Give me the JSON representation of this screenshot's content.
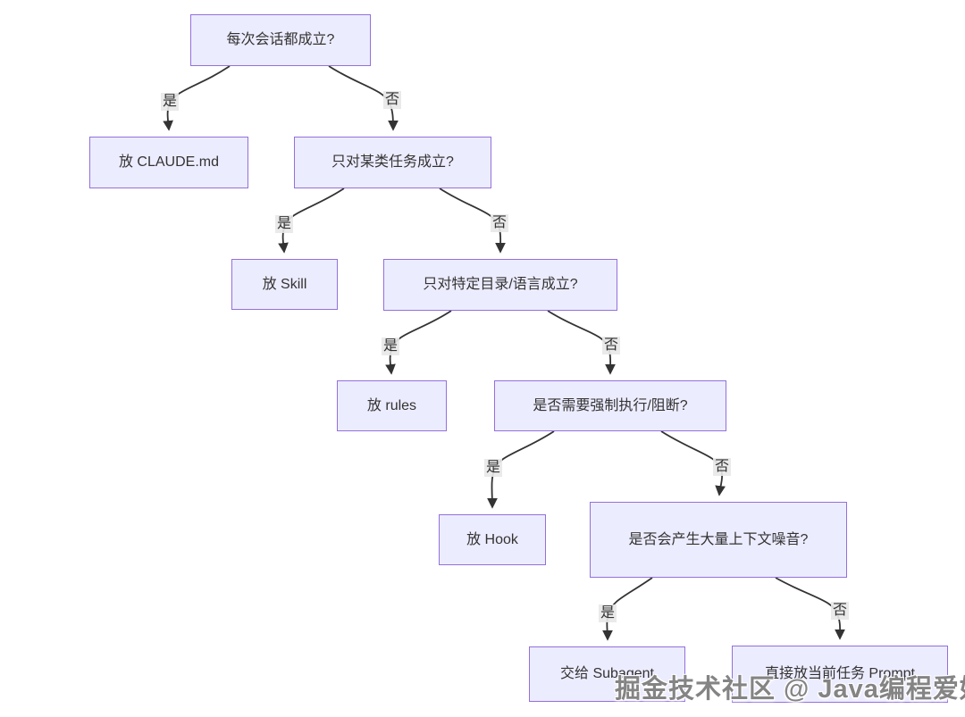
{
  "diagram": {
    "type": "flowchart-decision-tree",
    "colors": {
      "node_fill": "#ECECFF",
      "node_border": "#9370DB",
      "edge_line": "#333333",
      "edge_label_bg": "#E8E8E8",
      "text": "#333333",
      "background": "#FFFFFF"
    },
    "nodes": [
      {
        "id": "A",
        "label": "每次会话都成立?"
      },
      {
        "id": "B",
        "label": "放 CLAUDE.md"
      },
      {
        "id": "C",
        "label": "只对某类任务成立?"
      },
      {
        "id": "D",
        "label": "放 Skill"
      },
      {
        "id": "E",
        "label": "只对特定目录/语言成立?"
      },
      {
        "id": "F",
        "label": "放 rules"
      },
      {
        "id": "G",
        "label": "是否需要强制执行/阻断?"
      },
      {
        "id": "H",
        "label": "放 Hook"
      },
      {
        "id": "I",
        "label": "是否会产生大量上下文噪音?"
      },
      {
        "id": "J",
        "label": "交给 Subagent"
      },
      {
        "id": "K",
        "label": "直接放当前任务 Prompt"
      }
    ],
    "edges": [
      {
        "from": "A",
        "to": "B",
        "label": "是"
      },
      {
        "from": "A",
        "to": "C",
        "label": "否"
      },
      {
        "from": "C",
        "to": "D",
        "label": "是"
      },
      {
        "from": "C",
        "to": "E",
        "label": "否"
      },
      {
        "from": "E",
        "to": "F",
        "label": "是"
      },
      {
        "from": "E",
        "to": "G",
        "label": "否"
      },
      {
        "from": "G",
        "to": "H",
        "label": "是"
      },
      {
        "from": "G",
        "to": "I",
        "label": "否"
      },
      {
        "from": "I",
        "to": "J",
        "label": "是"
      },
      {
        "from": "I",
        "to": "K",
        "label": "否"
      }
    ]
  },
  "watermark": "掘金技术社区 @ Java编程爱好者"
}
